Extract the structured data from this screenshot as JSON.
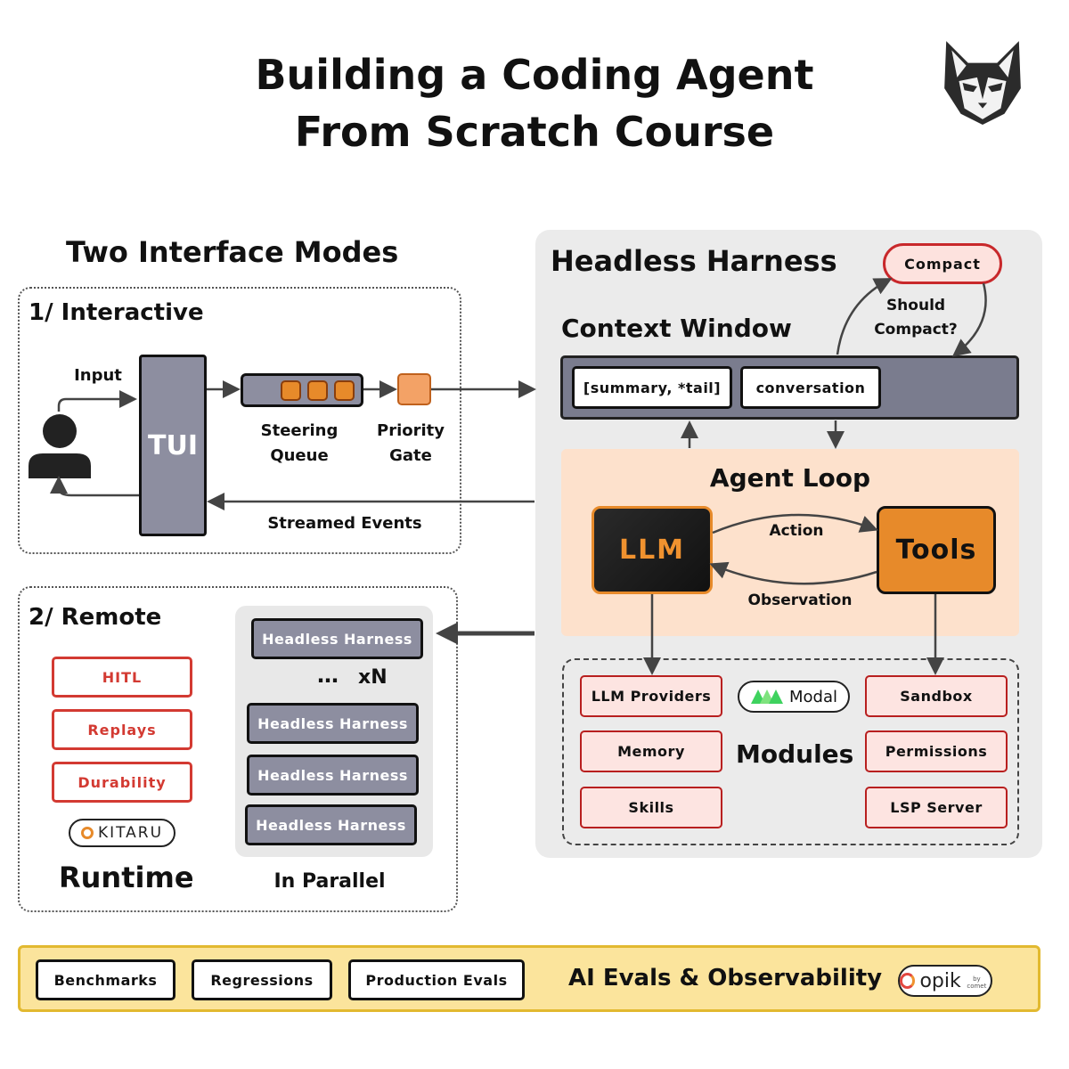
{
  "title": {
    "line1": "Building a Coding Agent",
    "line2": "From Scratch Course"
  },
  "interface": {
    "heading": "Two Interface Modes",
    "interactive": {
      "heading": "1/ Interactive",
      "input_label": "Input",
      "tui_label": "TUI",
      "steering_label_1": "Steering",
      "steering_label_2": "Queue",
      "priority_label_1": "Priority",
      "priority_label_2": "Gate",
      "streamed_label": "Streamed Events"
    },
    "remote": {
      "heading": "2/ Remote",
      "pills": [
        "HITL",
        "Replays",
        "Durability"
      ],
      "kitaru_logo": "KITARU",
      "runtime_label": "Runtime",
      "harness_tile": "Headless Harness",
      "ellipsis": "…",
      "xn": "xN",
      "parallel_label": "In Parallel"
    }
  },
  "harness": {
    "heading": "Headless Harness",
    "compact": "Compact",
    "should_compact_1": "Should",
    "should_compact_2": "Compact?",
    "context_window": "Context Window",
    "summary_chip": "[summary, *tail]",
    "conversation_chip": "conversation",
    "agent_loop": "Agent Loop",
    "llm": "LLM",
    "tools": "Tools",
    "action": "Action",
    "observation": "Observation",
    "modules_label": "Modules",
    "modal_logo": "Modal",
    "modules_left": [
      "LLM Providers",
      "Memory",
      "Skills"
    ],
    "modules_right": [
      "Sandbox",
      "Permissions",
      "LSP Server"
    ]
  },
  "evals": {
    "chips": [
      "Benchmarks",
      "Regressions",
      "Production Evals"
    ],
    "label": "AI Evals & Observability",
    "opik_logo": "opik",
    "opik_sub": "by comet"
  },
  "colors": {
    "harness_bg": "#ebebeb",
    "agent_loop_bg": "#fde1cc",
    "orange": "#e78a2a",
    "tile_gray": "#8d8ea0",
    "red": "#d33a32",
    "evals_bg": "#fbe49c",
    "evals_border": "#e2b930"
  }
}
